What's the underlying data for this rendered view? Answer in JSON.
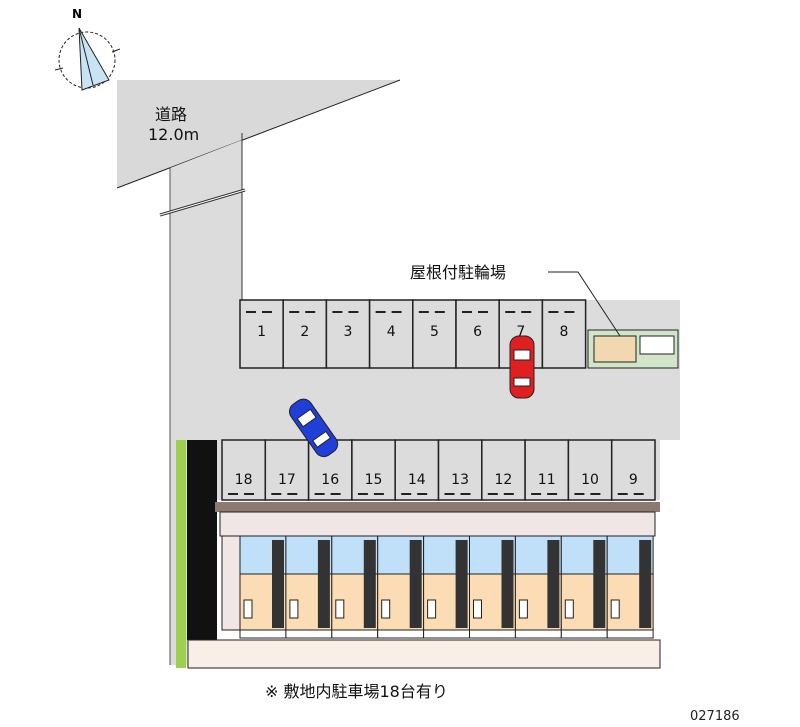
{
  "compass": {
    "north_label": "N"
  },
  "road": {
    "label": "道路",
    "width": "12.0m"
  },
  "bicycle_parking": {
    "label": "屋根付駐輪場"
  },
  "parking_top": [
    "1",
    "2",
    "3",
    "4",
    "5",
    "6",
    "7",
    "8"
  ],
  "parking_bottom": [
    "18",
    "17",
    "16",
    "15",
    "14",
    "13",
    "12",
    "11",
    "10",
    "9"
  ],
  "note": "※ 敷地内駐車場18台有り",
  "code": "027186",
  "colors": {
    "road": "#d9d9d9",
    "lot": "#dcdcdc",
    "room": "#fbdcb4",
    "wet": "#bfe0f8",
    "ground": "#f9efe6",
    "red_car": "#e02020",
    "blue_car": "#1f3fd8"
  }
}
